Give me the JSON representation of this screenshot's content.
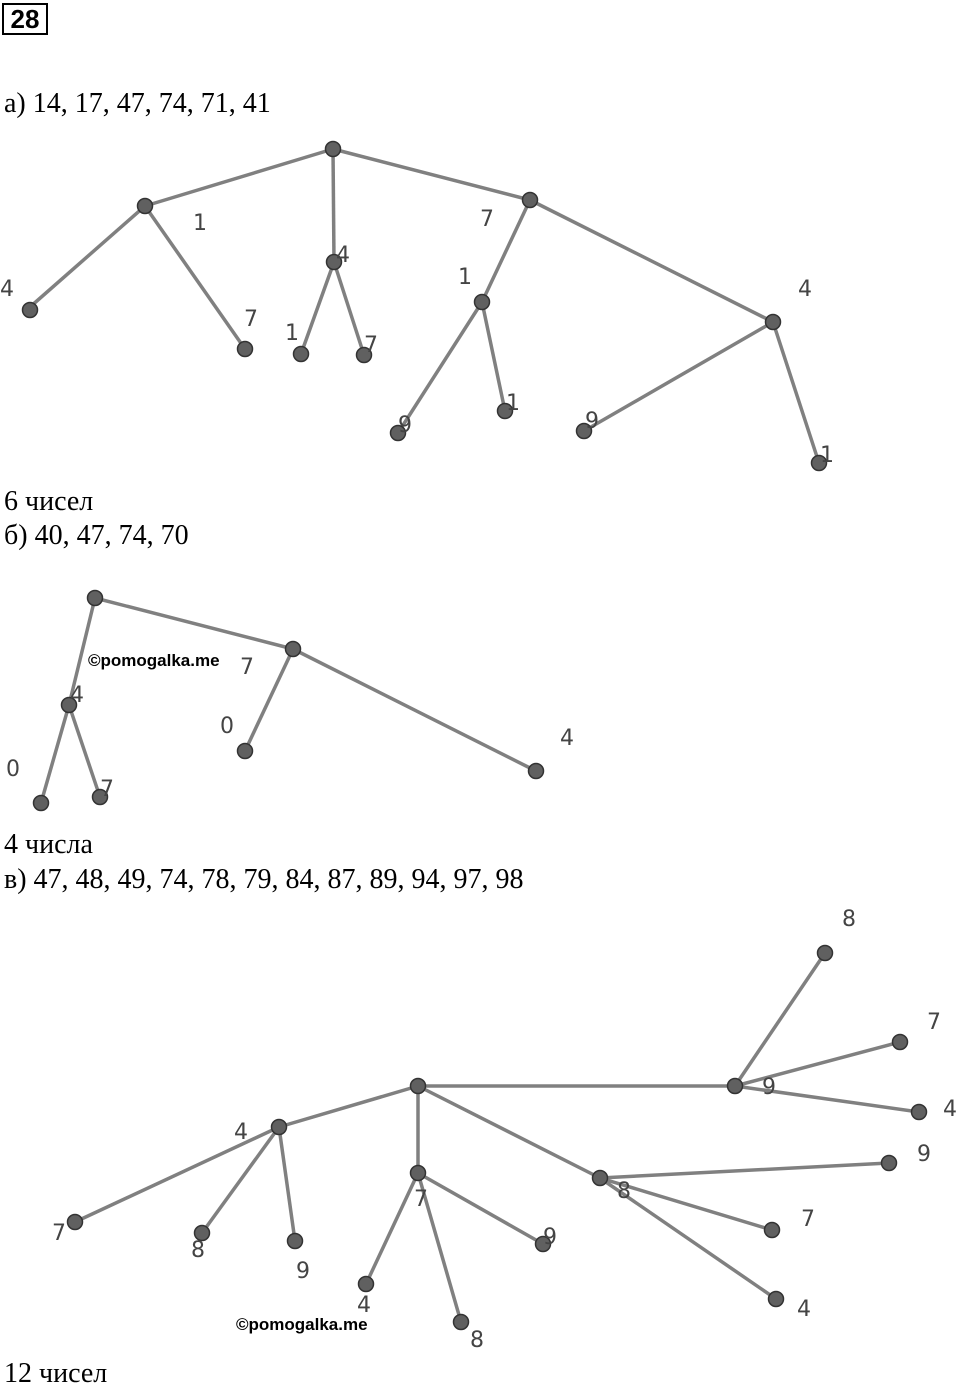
{
  "problem_number": "28",
  "part_a": {
    "header": "а) 14, 17, 47, 74, 71, 41",
    "result": "6 чисел"
  },
  "part_b": {
    "header": "б) 40, 47, 74, 70",
    "result": "4 числа"
  },
  "part_c": {
    "header": "в) 47, 48, 49, 74, 78, 79, 84, 87, 89, 94, 97, 98",
    "result": "12 чисел"
  },
  "watermark": "©pomogalka.me",
  "tree_labels": {
    "a": [
      "4",
      "1",
      "7",
      "1",
      "4",
      "7",
      "7",
      "1",
      "9",
      "1",
      "4",
      "9",
      "1"
    ],
    "b": [
      "4",
      "7",
      "0",
      "7",
      "0",
      "4"
    ],
    "c": [
      "8",
      "7",
      "9",
      "4",
      "4",
      "7",
      "8",
      "9",
      "7",
      "9",
      "4",
      "8",
      "8",
      "9",
      "7",
      "4"
    ]
  }
}
